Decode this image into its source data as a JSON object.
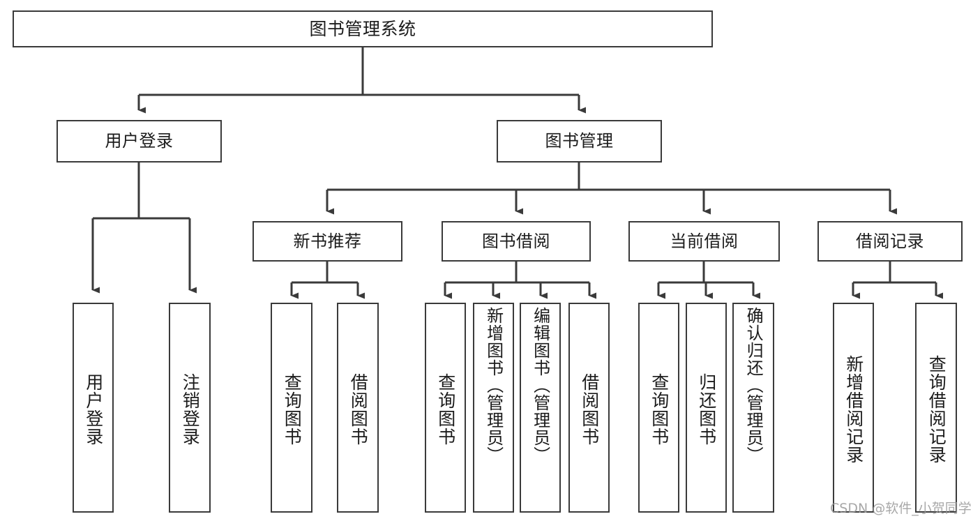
{
  "diagram": {
    "title": "图书管理系统",
    "type": "functional-decomposition-tree",
    "watermark": "CSDN @软件_小贺同学",
    "colors": {
      "box_border": "#3a3a3a",
      "box_fill": "#ffffff",
      "connector": "#3a3a3a",
      "text": "#1b1b1b",
      "background": "#ffffff",
      "watermark": "#9a9a9a"
    },
    "nodes": {
      "root": {
        "label": "图书管理系统",
        "level": 0
      },
      "l1": [
        {
          "id": "user-login",
          "label": "用户登录",
          "level": 1
        },
        {
          "id": "book-manage",
          "label": "图书管理",
          "level": 1
        }
      ],
      "l2": [
        {
          "id": "new-book-recommend",
          "label": "新书推荐",
          "level": 2
        },
        {
          "id": "book-borrow",
          "label": "图书借阅",
          "level": 2
        },
        {
          "id": "current-borrow",
          "label": "当前借阅",
          "level": 2
        },
        {
          "id": "borrow-record",
          "label": "借阅记录",
          "level": 2
        }
      ],
      "leaves": [
        {
          "id": "leaf-user-login",
          "label": "用户登录",
          "parent": "user-login"
        },
        {
          "id": "leaf-user-logout",
          "label": "注销登录",
          "parent": "user-login"
        },
        {
          "id": "leaf-query-book-1",
          "label": "查询图书",
          "parent": "new-book-recommend"
        },
        {
          "id": "leaf-borrow-book-1",
          "label": "借阅图书",
          "parent": "new-book-recommend"
        },
        {
          "id": "leaf-query-book-2",
          "label": "查询图书",
          "parent": "book-borrow"
        },
        {
          "id": "leaf-add-book",
          "label": "新增图书（管理员）",
          "parent": "book-borrow"
        },
        {
          "id": "leaf-edit-book",
          "label": "编辑图书（管理员）",
          "parent": "book-borrow"
        },
        {
          "id": "leaf-borrow-book-2",
          "label": "借阅图书",
          "parent": "book-borrow"
        },
        {
          "id": "leaf-query-book-3",
          "label": "查询图书",
          "parent": "current-borrow"
        },
        {
          "id": "leaf-return-book",
          "label": "归还图书",
          "parent": "current-borrow"
        },
        {
          "id": "leaf-confirm-return",
          "label": "确认归还（管理员）",
          "parent": "current-borrow"
        },
        {
          "id": "leaf-add-record",
          "label": "新增借阅记录",
          "parent": "borrow-record"
        },
        {
          "id": "leaf-query-record",
          "label": "查询借阅记录",
          "parent": "borrow-record"
        }
      ]
    }
  }
}
